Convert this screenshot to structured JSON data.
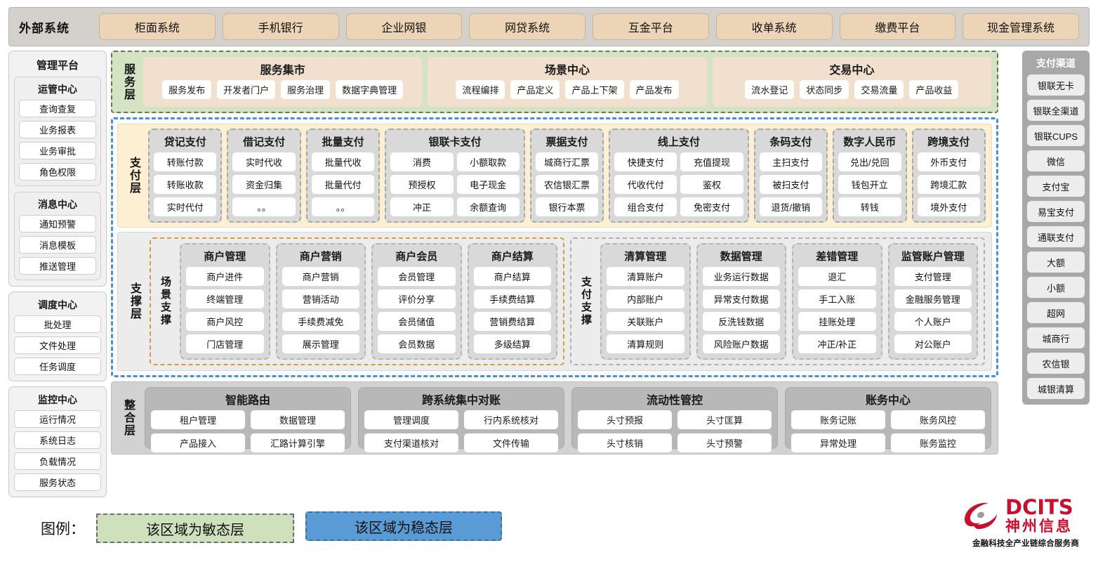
{
  "external": {
    "title": "外部系统",
    "items": [
      "柜面系统",
      "手机银行",
      "企业网银",
      "网贷系统",
      "互金平台",
      "收单系统",
      "缴费平台",
      "现金管理系统"
    ]
  },
  "management": {
    "title": "管理平台",
    "groups": [
      {
        "title": "运管中心",
        "items": [
          "查询查复",
          "业务报表",
          "业务审批",
          "角色权限"
        ]
      },
      {
        "title": "消息中心",
        "items": [
          "通知预警",
          "消息模板",
          "推送管理"
        ]
      }
    ],
    "standalone": [
      {
        "title": "调度中心",
        "items": [
          "批处理",
          "文件处理",
          "任务调度"
        ]
      },
      {
        "title": "监控中心",
        "items": [
          "运行情况",
          "系统日志",
          "负载情况",
          "服务状态"
        ]
      }
    ]
  },
  "service_layer": {
    "label": "服务层",
    "groups": [
      {
        "title": "服务集市",
        "items": [
          "服务发布",
          "开发者门户",
          "服务治理",
          "数据字典管理"
        ]
      },
      {
        "title": "场景中心",
        "items": [
          "流程编排",
          "产品定义",
          "产品上下架",
          "产品发布"
        ]
      },
      {
        "title": "交易中心",
        "items": [
          "流水登记",
          "状态同步",
          "交易流量",
          "产品收益"
        ]
      }
    ]
  },
  "payment_layer": {
    "label": "支付层",
    "groups": [
      {
        "title": "贷记支付",
        "cols": 1,
        "items": [
          "转账付款",
          "转账收款",
          "实时代付"
        ]
      },
      {
        "title": "借记支付",
        "cols": 1,
        "items": [
          "实时代收",
          "资金归集",
          "。。"
        ]
      },
      {
        "title": "批量支付",
        "cols": 1,
        "items": [
          "批量代收",
          "批量代付",
          "。。"
        ]
      },
      {
        "title": "银联卡支付",
        "cols": 2,
        "wide": true,
        "items": [
          "消费",
          "小额取款",
          "预授权",
          "电子现金",
          "冲正",
          "余额查询"
        ]
      },
      {
        "title": "票据支付",
        "cols": 1,
        "items": [
          "城商行汇票",
          "农信银汇票",
          "银行本票"
        ]
      },
      {
        "title": "线上支付",
        "cols": 2,
        "wide": true,
        "items": [
          "快捷支付",
          "充值提现",
          "代收代付",
          "鉴权",
          "组合支付",
          "免密支付"
        ]
      },
      {
        "title": "条码支付",
        "cols": 1,
        "items": [
          "主扫支付",
          "被扫支付",
          "退货/撤销"
        ]
      },
      {
        "title": "数字人民币",
        "cols": 1,
        "items": [
          "兑出/兑回",
          "钱包开立",
          "转钱"
        ]
      },
      {
        "title": "跨境支付",
        "cols": 1,
        "items": [
          "外币支付",
          "跨境汇款",
          "境外支付"
        ]
      }
    ]
  },
  "support_layer": {
    "label": "支撑层",
    "regions": [
      {
        "label": "场景支撑",
        "style": "scene",
        "groups": [
          {
            "title": "商户管理",
            "items": [
              "商户进件",
              "终端管理",
              "商户风控",
              "门店管理"
            ]
          },
          {
            "title": "商户营销",
            "items": [
              "商户营销",
              "营销活动",
              "手续费减免",
              "展示管理"
            ]
          },
          {
            "title": "商户会员",
            "items": [
              "会员管理",
              "评价分享",
              "会员储值",
              "会员数据"
            ]
          },
          {
            "title": "商户结算",
            "items": [
              "商户结算",
              "手续费结算",
              "营销费结算",
              "多级结算"
            ]
          }
        ]
      },
      {
        "label": "支付支撑",
        "style": "paysup",
        "groups": [
          {
            "title": "清算管理",
            "items": [
              "清算账户",
              "内部账户",
              "关联账户",
              "清算规则"
            ]
          },
          {
            "title": "数据管理",
            "items": [
              "业务运行数据",
              "异常支付数据",
              "反洗钱数据",
              "风险账户数据"
            ]
          },
          {
            "title": "差错管理",
            "items": [
              "退汇",
              "手工入账",
              "挂账处理",
              "冲正/补正"
            ]
          },
          {
            "title": "监管账户管理",
            "items": [
              "支付管理",
              "金融服务管理",
              "个人账户",
              "对公账户"
            ]
          }
        ]
      }
    ]
  },
  "integration_layer": {
    "label": "整合层",
    "groups": [
      {
        "title": "智能路由",
        "items": [
          "租户管理",
          "数据管理",
          "产品接入",
          "汇路计算引擎"
        ]
      },
      {
        "title": "跨系统集中对账",
        "items": [
          "管理调度",
          "行内系统核对",
          "支付渠道核对",
          "文件传输"
        ]
      },
      {
        "title": "流动性管控",
        "items": [
          "头寸预报",
          "头寸匡算",
          "头寸核销",
          "头寸预警"
        ]
      },
      {
        "title": "账务中心",
        "items": [
          "账务记账",
          "账务风控",
          "异常处理",
          "账务监控"
        ]
      }
    ]
  },
  "payment_channels": {
    "title": "支付渠道",
    "items": [
      "银联无卡",
      "银联全渠道",
      "银联CUPS",
      "微信",
      "支付宝",
      "易宝支付",
      "通联支付",
      "大额",
      "小额",
      "超网",
      "城商行",
      "农信银",
      "城银清算"
    ]
  },
  "legend": {
    "label": "图例：",
    "agile": "该区域为敏态层",
    "stable": "该区域为稳态层"
  },
  "logo": {
    "en": "DCITS",
    "cn": "神州信息",
    "tagline": "金融科技全产业链综合服务商",
    "brand_color": "#c8102e"
  },
  "colors": {
    "agile_fill": "#d3e3c3",
    "agile_border": "#5f7d45",
    "stable_border": "#4a90d9",
    "stable_fill": "#5b9bd5",
    "external_chip": "#ecd5b7",
    "payment_fill": "#fdf0d2",
    "scene_border": "#d79a3c"
  }
}
